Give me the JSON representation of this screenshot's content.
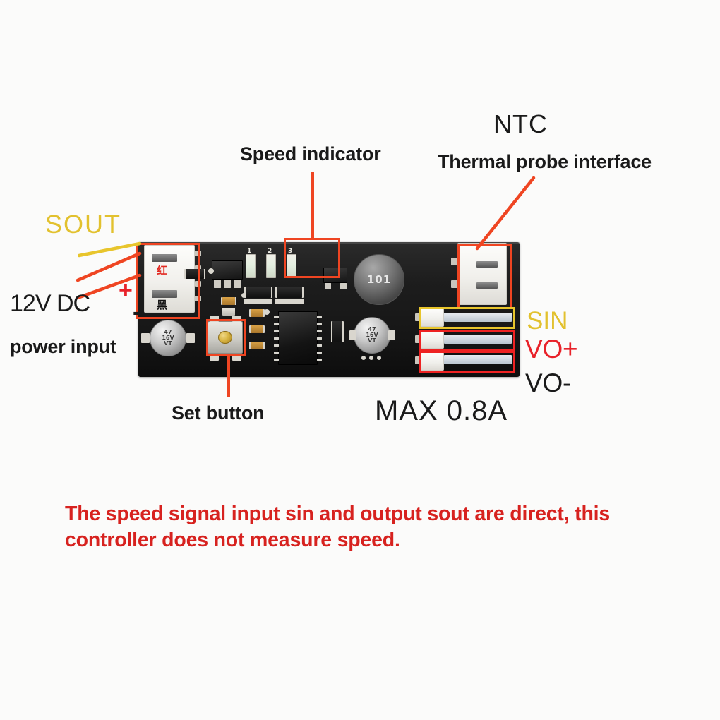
{
  "image": {
    "subject": "PCB temperature fan speed controller module",
    "background_color": "#fbfbfa"
  },
  "colors": {
    "leader_orange": "#ef4522",
    "highlight_red": "#ee2222",
    "highlight_yellow": "#e8c52c",
    "label_gold": "#e2c12e",
    "label_red": "#e8222a",
    "label_black": "#1a1a1a",
    "note_red": "#d7221f"
  },
  "callouts": {
    "speed_indicator": "Speed indicator",
    "ntc": "NTC",
    "thermal_probe": "Thermal probe interface",
    "sout": "SOUT",
    "power_voltage": "12V DC",
    "polarity_plus": "+",
    "polarity_minus": "-",
    "power_input": "power input",
    "set_button": "Set button",
    "sin": "SIN",
    "vo_plus": "VO+",
    "vo_minus": "VO-",
    "max_current": "MAX 0.8A"
  },
  "note": "The speed signal input sin and output sout are direct, this controller does not measure speed.",
  "board": {
    "silkscreen": {
      "led_1": "1",
      "led_2": "2",
      "led_3": "3"
    },
    "connector_wire_labels": {
      "red_wire_cn": "红",
      "black_wire_cn": "黑"
    },
    "components": {
      "cap_left": {
        "value": "47",
        "voltage": "16V",
        "code": "VT"
      },
      "cap_right": {
        "value": "47",
        "voltage": "16V",
        "code": "VT"
      },
      "inductor": {
        "code": "101"
      }
    }
  }
}
